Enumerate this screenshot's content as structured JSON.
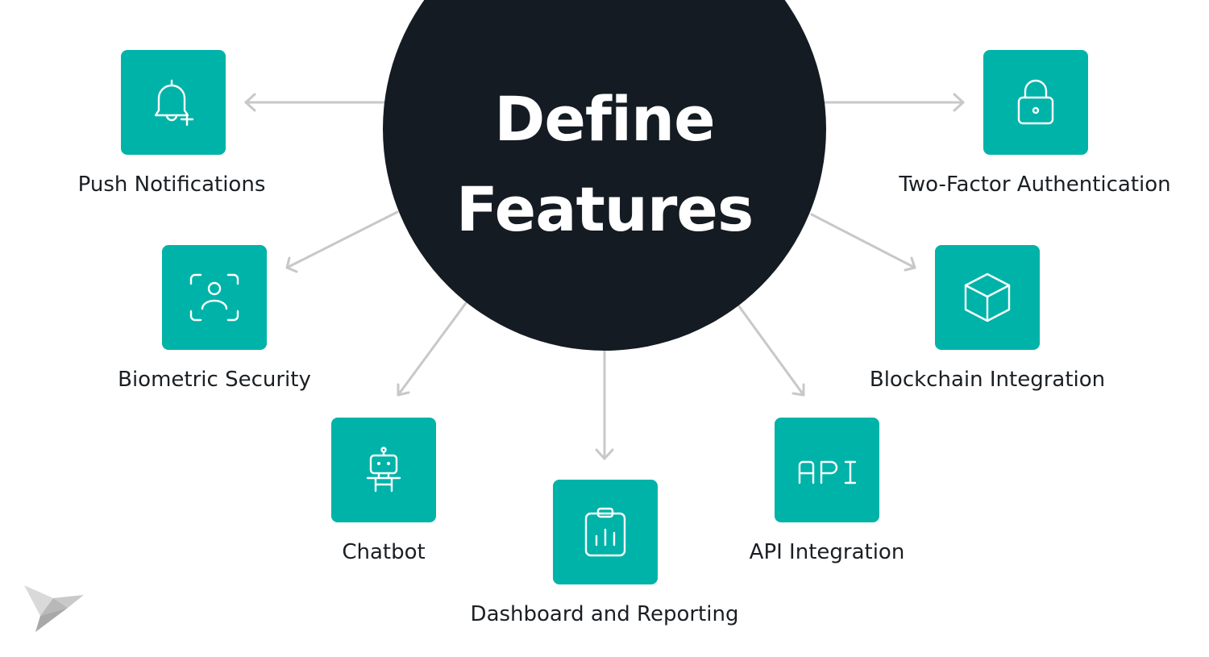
{
  "hub": {
    "title": "Define\nFeatures"
  },
  "features": {
    "push_notifications": {
      "label": "Push Notifications",
      "icon": "bell-plus-icon"
    },
    "two_factor": {
      "label": "Two-Factor Authentication",
      "icon": "lock-icon"
    },
    "biometric": {
      "label": "Biometric Security",
      "icon": "face-scan-icon"
    },
    "blockchain": {
      "label": "Blockchain Integration",
      "icon": "cube-icon"
    },
    "chatbot": {
      "label": "Chatbot",
      "icon": "robot-icon"
    },
    "api": {
      "label": "API Integration",
      "icon": "api-icon",
      "icon_text": "API"
    },
    "dashboard": {
      "label": "Dashboard and Reporting",
      "icon": "clipboard-chart-icon"
    }
  },
  "colors": {
    "hub": "#141b22",
    "tile": "#00b3a8",
    "connector": "#c8c8c8",
    "label": "#1a1f24"
  }
}
